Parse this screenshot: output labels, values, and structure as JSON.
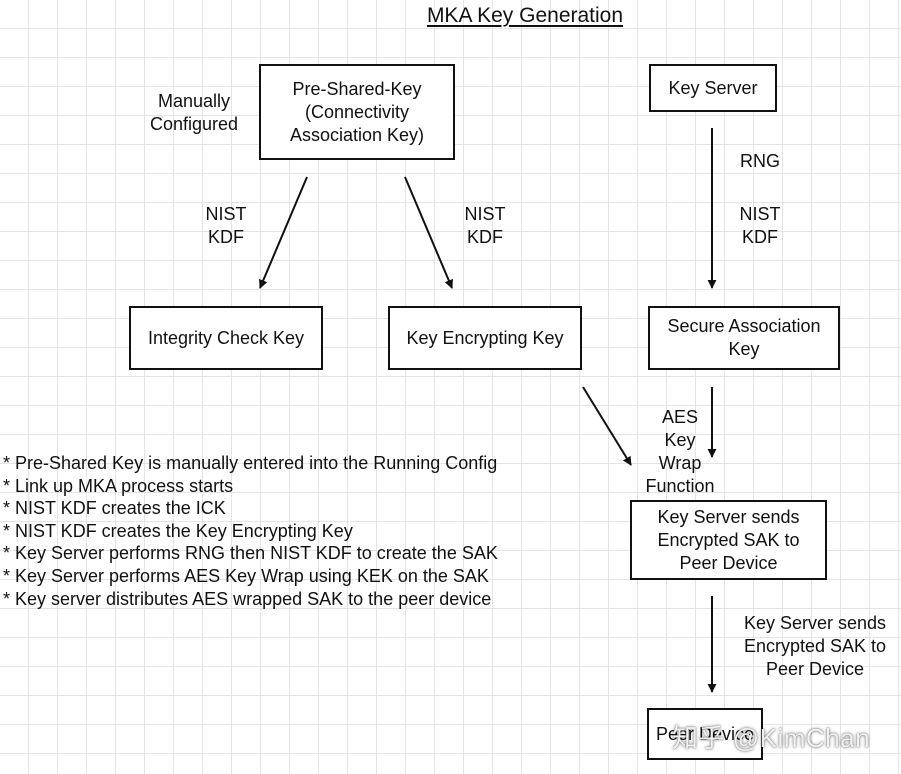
{
  "title": "MKA Key Generation",
  "boxes": {
    "psk": "Pre-Shared-Key\n(Connectivity\nAssociation Key)",
    "key_server": "Key Server",
    "ick": "Integrity Check Key",
    "kek": "Key Encrypting Key",
    "sak": "Secure Association\nKey",
    "send_sak": "Key Server sends\nEncrypted SAK to\nPeer Device",
    "peer": "Peer Device"
  },
  "labels": {
    "manual": "Manually\nConfigured",
    "kdf_left": "NIST\nKDF",
    "kdf_mid": "NIST\nKDF",
    "rng": "RNG",
    "kdf_right": "NIST\nKDF",
    "aes_wrap": "AES\nKey\nWrap\nFunction",
    "send_label": "Key Server sends\nEncrypted SAK to\nPeer Device"
  },
  "notes": [
    "* Pre-Shared Key is manually entered into the Running Config",
    "* Link up MKA process starts",
    "* NIST KDF creates the ICK",
    "* NIST KDF creates the Key Encrypting Key",
    "* Key Server performs RNG then NIST KDF to create the SAK",
    "* Key Server performs AES Key Wrap using KEK on the SAK",
    "* Key server distributes AES wrapped SAK to the peer device"
  ],
  "watermark": "知乎 @KimChan",
  "colors": {
    "line": "#111111",
    "grid": "#e4e4e4"
  }
}
